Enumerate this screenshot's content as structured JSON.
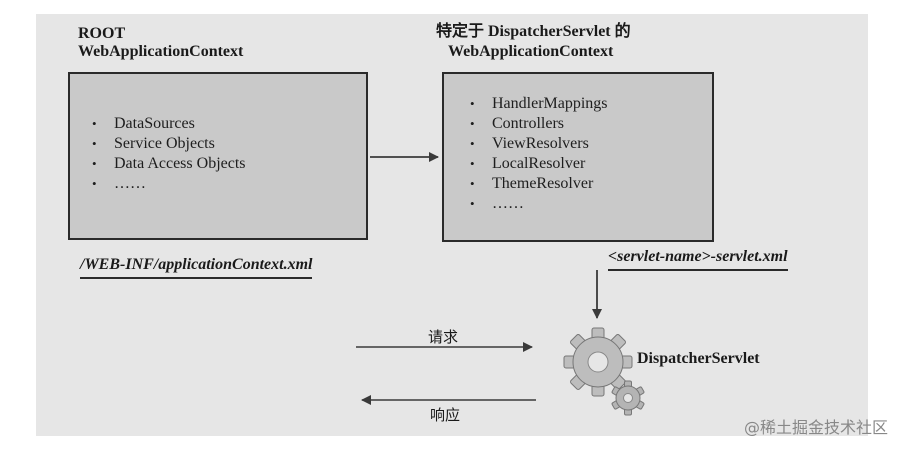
{
  "root": {
    "title_line1": "ROOT",
    "title_line2": "WebApplicationContext",
    "items": [
      "DataSources",
      "Service Objects",
      "Data Access Objects",
      "……"
    ],
    "config_path": "/WEB-INF/applicationContext.xml"
  },
  "servlet": {
    "title_line1": "特定于 DispatcherServlet 的",
    "title_line2": "WebApplicationContext",
    "items": [
      "HandlerMappings",
      "Controllers",
      "ViewResolvers",
      "LocalResolver",
      "ThemeResolver",
      "……"
    ],
    "config_path": "<servlet-name>-servlet.xml"
  },
  "dispatcher": {
    "label": "DispatcherServlet",
    "request_label": "请求",
    "response_label": "响应"
  },
  "watermark": "@稀土掘金技术社区",
  "icons": {
    "dispatcher": "gears-icon"
  },
  "colors": {
    "panel": "#e6e6e6",
    "box": "#c9c9c9",
    "stroke": "#2a2a2a"
  }
}
